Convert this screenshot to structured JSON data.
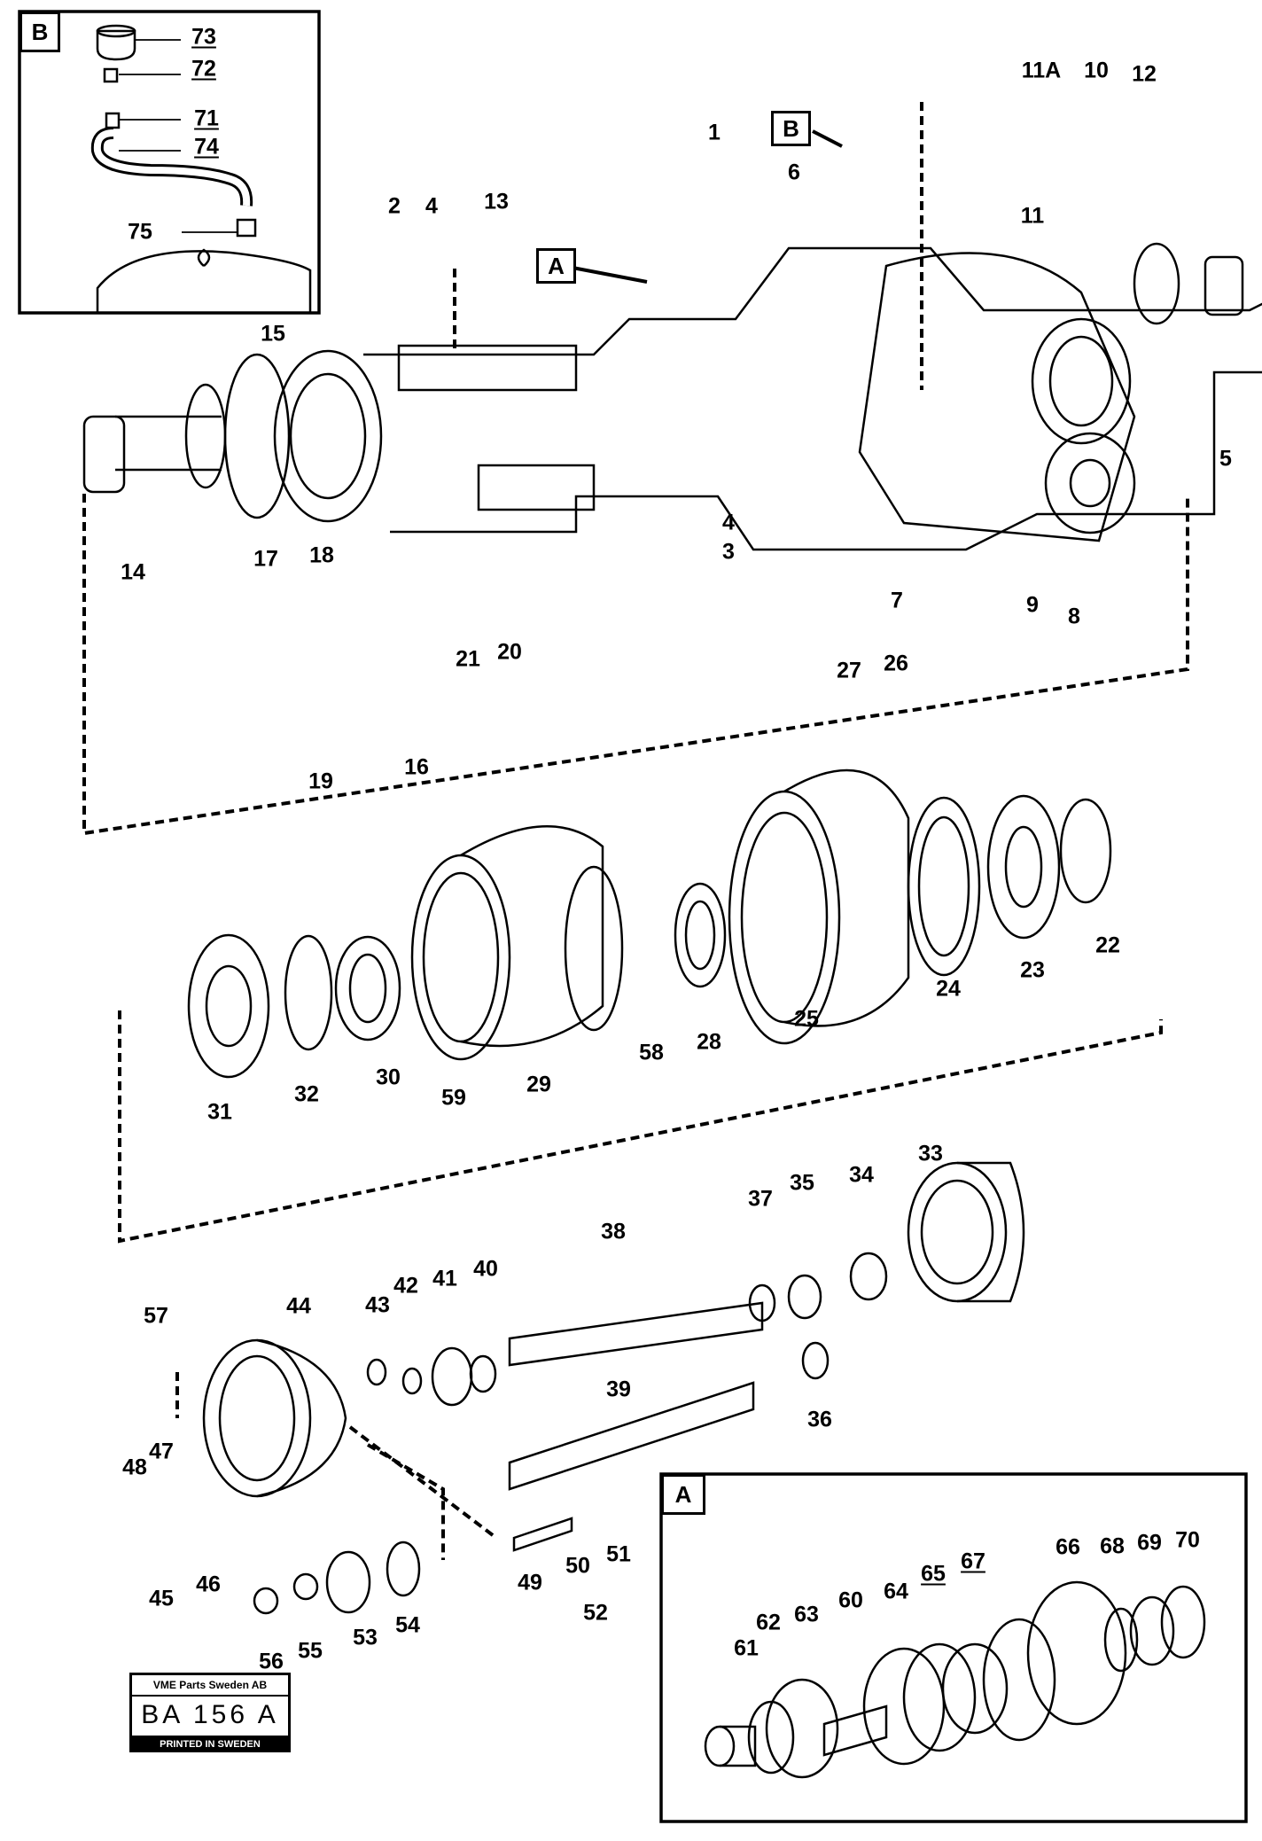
{
  "insets": {
    "b_label": "B",
    "a_label": "A"
  },
  "callouts": {
    "main_a": "A",
    "main_b": "B"
  },
  "labels": {
    "l73": "73",
    "l72": "72",
    "l71": "71",
    "l74": "74",
    "l75": "75",
    "l1": "1",
    "l2": "2",
    "l3": "3",
    "l4a": "4",
    "l4b": "4",
    "l5": "5",
    "l6": "6",
    "l7": "7",
    "l8": "8",
    "l9": "9",
    "l10": "10",
    "l11": "11",
    "l11a": "11A",
    "l12": "12",
    "l13": "13",
    "l14": "14",
    "l15": "15",
    "l16": "16",
    "l17": "17",
    "l18": "18",
    "l19": "19",
    "l20": "20",
    "l21": "21",
    "l22": "22",
    "l23": "23",
    "l24": "24",
    "l25": "25",
    "l26": "26",
    "l27": "27",
    "l28": "28",
    "l29": "29",
    "l30": "30",
    "l31": "31",
    "l32": "32",
    "l33": "33",
    "l34": "34",
    "l35": "35",
    "l36": "36",
    "l37": "37",
    "l38": "38",
    "l39": "39",
    "l40": "40",
    "l41": "41",
    "l42": "42",
    "l43": "43",
    "l44": "44",
    "l45": "45",
    "l46": "46",
    "l47": "47",
    "l48": "48",
    "l49": "49",
    "l50": "50",
    "l51": "51",
    "l52": "52",
    "l53": "53",
    "l54": "54",
    "l55": "55",
    "l56": "56",
    "l57": "57",
    "l58": "58",
    "l59": "59",
    "l60": "60",
    "l61": "61",
    "l62": "62",
    "l63": "63",
    "l64": "64",
    "l65": "65",
    "l66": "66",
    "l67": "67",
    "l68": "68",
    "l69": "69",
    "l70": "70"
  },
  "stamp": {
    "company": "VME Parts Sweden AB",
    "code": "BA 156 A",
    "printed": "PRINTED IN SWEDEN"
  }
}
